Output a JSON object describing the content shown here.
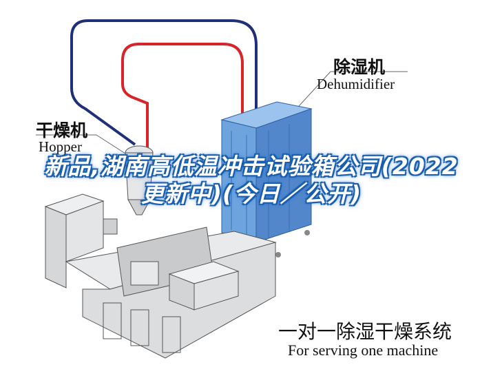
{
  "labels": {
    "dehumidifier_zh": "除湿机",
    "dehumidifier_en": "Dehumidifier",
    "hopper_zh": "干燥机",
    "hopper_en": "Hopper",
    "system_zh": "一对一除湿干燥系统",
    "system_en": "For serving one machine"
  },
  "overlay": {
    "title": "新品,湖南高低温冲击试验箱公司(2022更新中)(今日／公开)"
  },
  "colors": {
    "pipe_blue": "#1f2f7a",
    "pipe_red": "#d8232a",
    "cabinet_blue": "#5f97d8",
    "machine_grey": "#d9dadc",
    "title_glow": "#1b5fae"
  }
}
